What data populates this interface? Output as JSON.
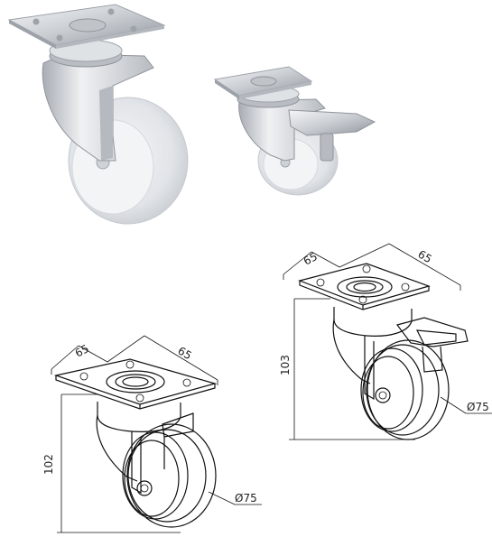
{
  "drawings": {
    "left": {
      "plate_width_1": "65",
      "plate_width_2": "65",
      "height": "102",
      "wheel_diameter": "Ø75"
    },
    "right": {
      "plate_width_1": "65",
      "plate_width_2": "65",
      "height": "103",
      "wheel_diameter": "Ø75"
    }
  },
  "colors": {
    "chrome": "#d6d8dc",
    "chrome_dark": "#9ea3aa",
    "wheel": "#e9ecef",
    "hub": "#f7f8f9",
    "line": "#111111"
  }
}
